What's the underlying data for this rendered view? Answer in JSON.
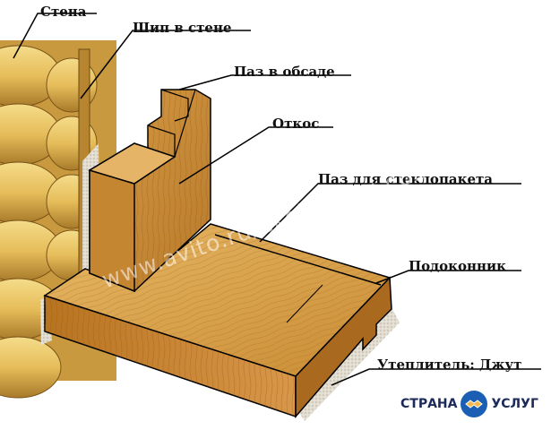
{
  "labels": {
    "wall": "Стена",
    "wall_tenon": "Шип в стене",
    "frame_groove": "Паз в обсаде",
    "jamb": "Откос",
    "glass_groove": "Паз для стеклопакета",
    "sill": "Подоконник",
    "insulation": "Утеплитель: Джут"
  },
  "watermark": {
    "text": "www.avito.ru/ekolestorg.com"
  },
  "logo": {
    "left_word": "СТРАНА",
    "right_word": "УСЛУГ",
    "icon": "handshake-icon"
  },
  "colors": {
    "wood_light": "#e3b35c",
    "wood_mid": "#c98a2f",
    "wood_dark": "#8f5a17",
    "log_light": "#f0d27a",
    "log_dark": "#b88a32",
    "jute": "#d9d4c6",
    "line": "#000000"
  }
}
